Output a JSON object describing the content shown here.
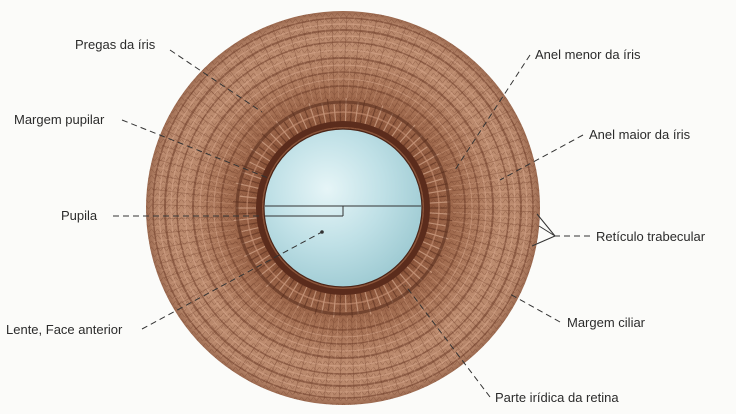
{
  "labels": {
    "pregas": "Pregas da íris",
    "margem_pupilar": "Margem pupilar",
    "pupila": "Pupila",
    "lente": "Lente, Face anterior",
    "anel_menor": "Anel menor da íris",
    "anel_maior": "Anel maior da íris",
    "reticulo": "Retículo trabecular",
    "margem_ciliar": "Margem ciliar",
    "parte_iridica": "Parte irídica da retina"
  },
  "colors": {
    "iris_outer": "#b9876a",
    "iris_inner": "#8a5238",
    "pupil": "#bfe0e6",
    "background": "#fbfbf9"
  }
}
